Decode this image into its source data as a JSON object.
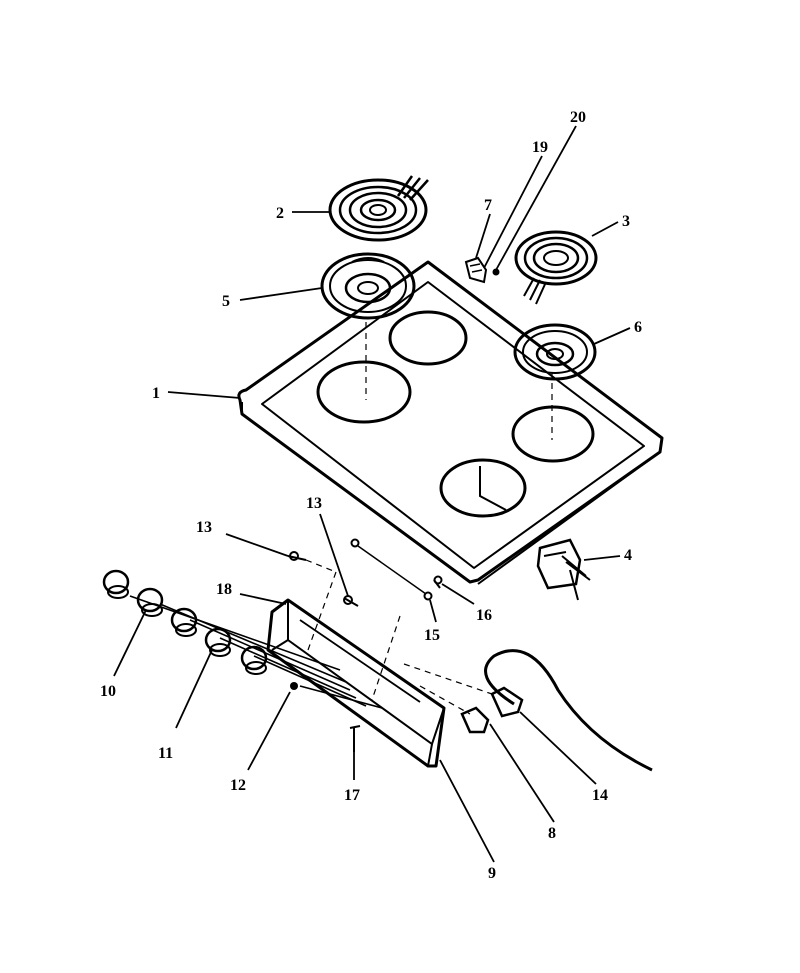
{
  "diagram": {
    "callouts": [
      {
        "id": "1",
        "label": "1"
      },
      {
        "id": "2",
        "label": "2"
      },
      {
        "id": "3",
        "label": "3"
      },
      {
        "id": "4",
        "label": "4"
      },
      {
        "id": "5",
        "label": "5"
      },
      {
        "id": "6",
        "label": "6"
      },
      {
        "id": "7",
        "label": "7"
      },
      {
        "id": "8",
        "label": "8"
      },
      {
        "id": "9",
        "label": "9"
      },
      {
        "id": "10",
        "label": "10"
      },
      {
        "id": "11",
        "label": "11"
      },
      {
        "id": "12",
        "label": "12"
      },
      {
        "id": "13a",
        "label": "13"
      },
      {
        "id": "13b",
        "label": "13"
      },
      {
        "id": "14",
        "label": "14"
      },
      {
        "id": "15",
        "label": "15"
      },
      {
        "id": "16",
        "label": "16"
      },
      {
        "id": "17",
        "label": "17"
      },
      {
        "id": "18",
        "label": "18"
      },
      {
        "id": "19",
        "label": "19"
      },
      {
        "id": "20",
        "label": "20"
      }
    ]
  }
}
